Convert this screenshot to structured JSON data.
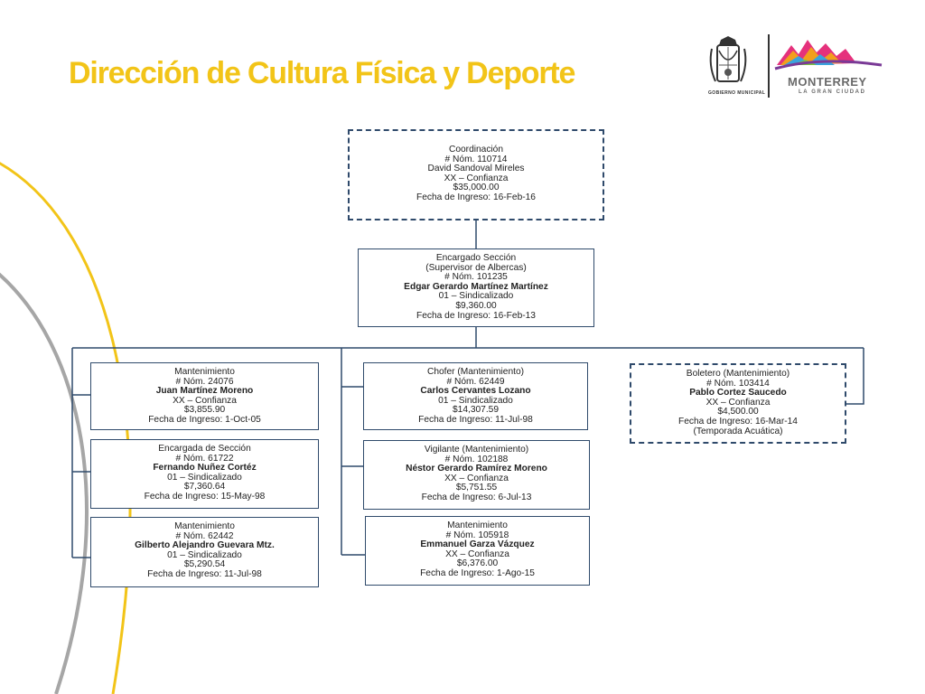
{
  "title": "Dirección de Cultura Física y Deporte",
  "logos": {
    "seal_text": "GOBIERNO MUNICIPAL",
    "brand_name": "MONTERREY",
    "brand_tagline": "LA GRAN CIUDAD"
  },
  "colors": {
    "title": "#f2c418",
    "box_border": "#2f4a6b",
    "accent_yellow": "#f2c418",
    "accent_gray": "#a6a6a6"
  },
  "org": {
    "coordinacion": {
      "role": "Coordinación",
      "num": "# Nóm. 110714",
      "name": "David Sandoval Mireles",
      "type": "XX – Confianza",
      "salary": "$35,000.00",
      "date": "Fecha de Ingreso: 16-Feb-16"
    },
    "encargado": {
      "role": "Encargado Sección",
      "role2": "(Supervisor de Albercas)",
      "num": "# Nóm. 101235",
      "name": "Edgar Gerardo Martínez Martínez",
      "type": "01 – Sindicalizado",
      "salary": "$9,360.00",
      "date": "Fecha de Ingreso: 16-Feb-13"
    },
    "left": [
      {
        "role": "Mantenimiento",
        "num": "# Nóm.  24076",
        "name": "Juan Martínez Moreno",
        "type": "XX – Confianza",
        "salary": "$3,855.90",
        "date": "Fecha de Ingreso: 1-Oct-05"
      },
      {
        "role": "Encargada de Sección",
        "num": "# Nóm. 61722",
        "name": "Fernando Nuñez Cortéz",
        "type": "01 – Sindicalizado",
        "salary": "$7,360.64",
        "date": "Fecha de Ingreso: 15-May-98"
      },
      {
        "role": "Mantenimiento",
        "num": "# Nóm. 62442",
        "name": "Gilberto Alejandro Guevara Mtz.",
        "type": "01 – Sindicalizado",
        "salary": "$5,290.54",
        "date": "Fecha de Ingreso: 11-Jul-98"
      }
    ],
    "middle": [
      {
        "role": "Chofer (Mantenimiento)",
        "num": "# Nóm. 62449",
        "name": "Carlos Cervantes Lozano",
        "type": "01 – Sindicalizado",
        "salary": "$14,307.59",
        "date": "Fecha de Ingreso: 11-Jul-98"
      },
      {
        "role": "Vigilante (Mantenimiento)",
        "num": "# Nóm. 102188",
        "name": "Néstor Gerardo Ramírez Moreno",
        "type": "XX – Confianza",
        "salary": "$5,751.55",
        "date": "Fecha de Ingreso:  6-Jul-13"
      },
      {
        "role": "Mantenimiento",
        "num": "# Nóm. 105918",
        "name": "Emmanuel Garza Vázquez",
        "type": "XX – Confianza",
        "salary": "$6,376.00",
        "date": "Fecha de Ingreso: 1-Ago-15"
      }
    ],
    "right": {
      "role": "Boletero (Mantenimiento)",
      "num": "# Nóm. 103414",
      "name": "Pablo Cortez Saucedo",
      "type": "XX – Confianza",
      "salary": "$4,500.00",
      "date": "Fecha de Ingreso: 16-Mar-14",
      "note": "(Temporada Acuática)"
    }
  }
}
